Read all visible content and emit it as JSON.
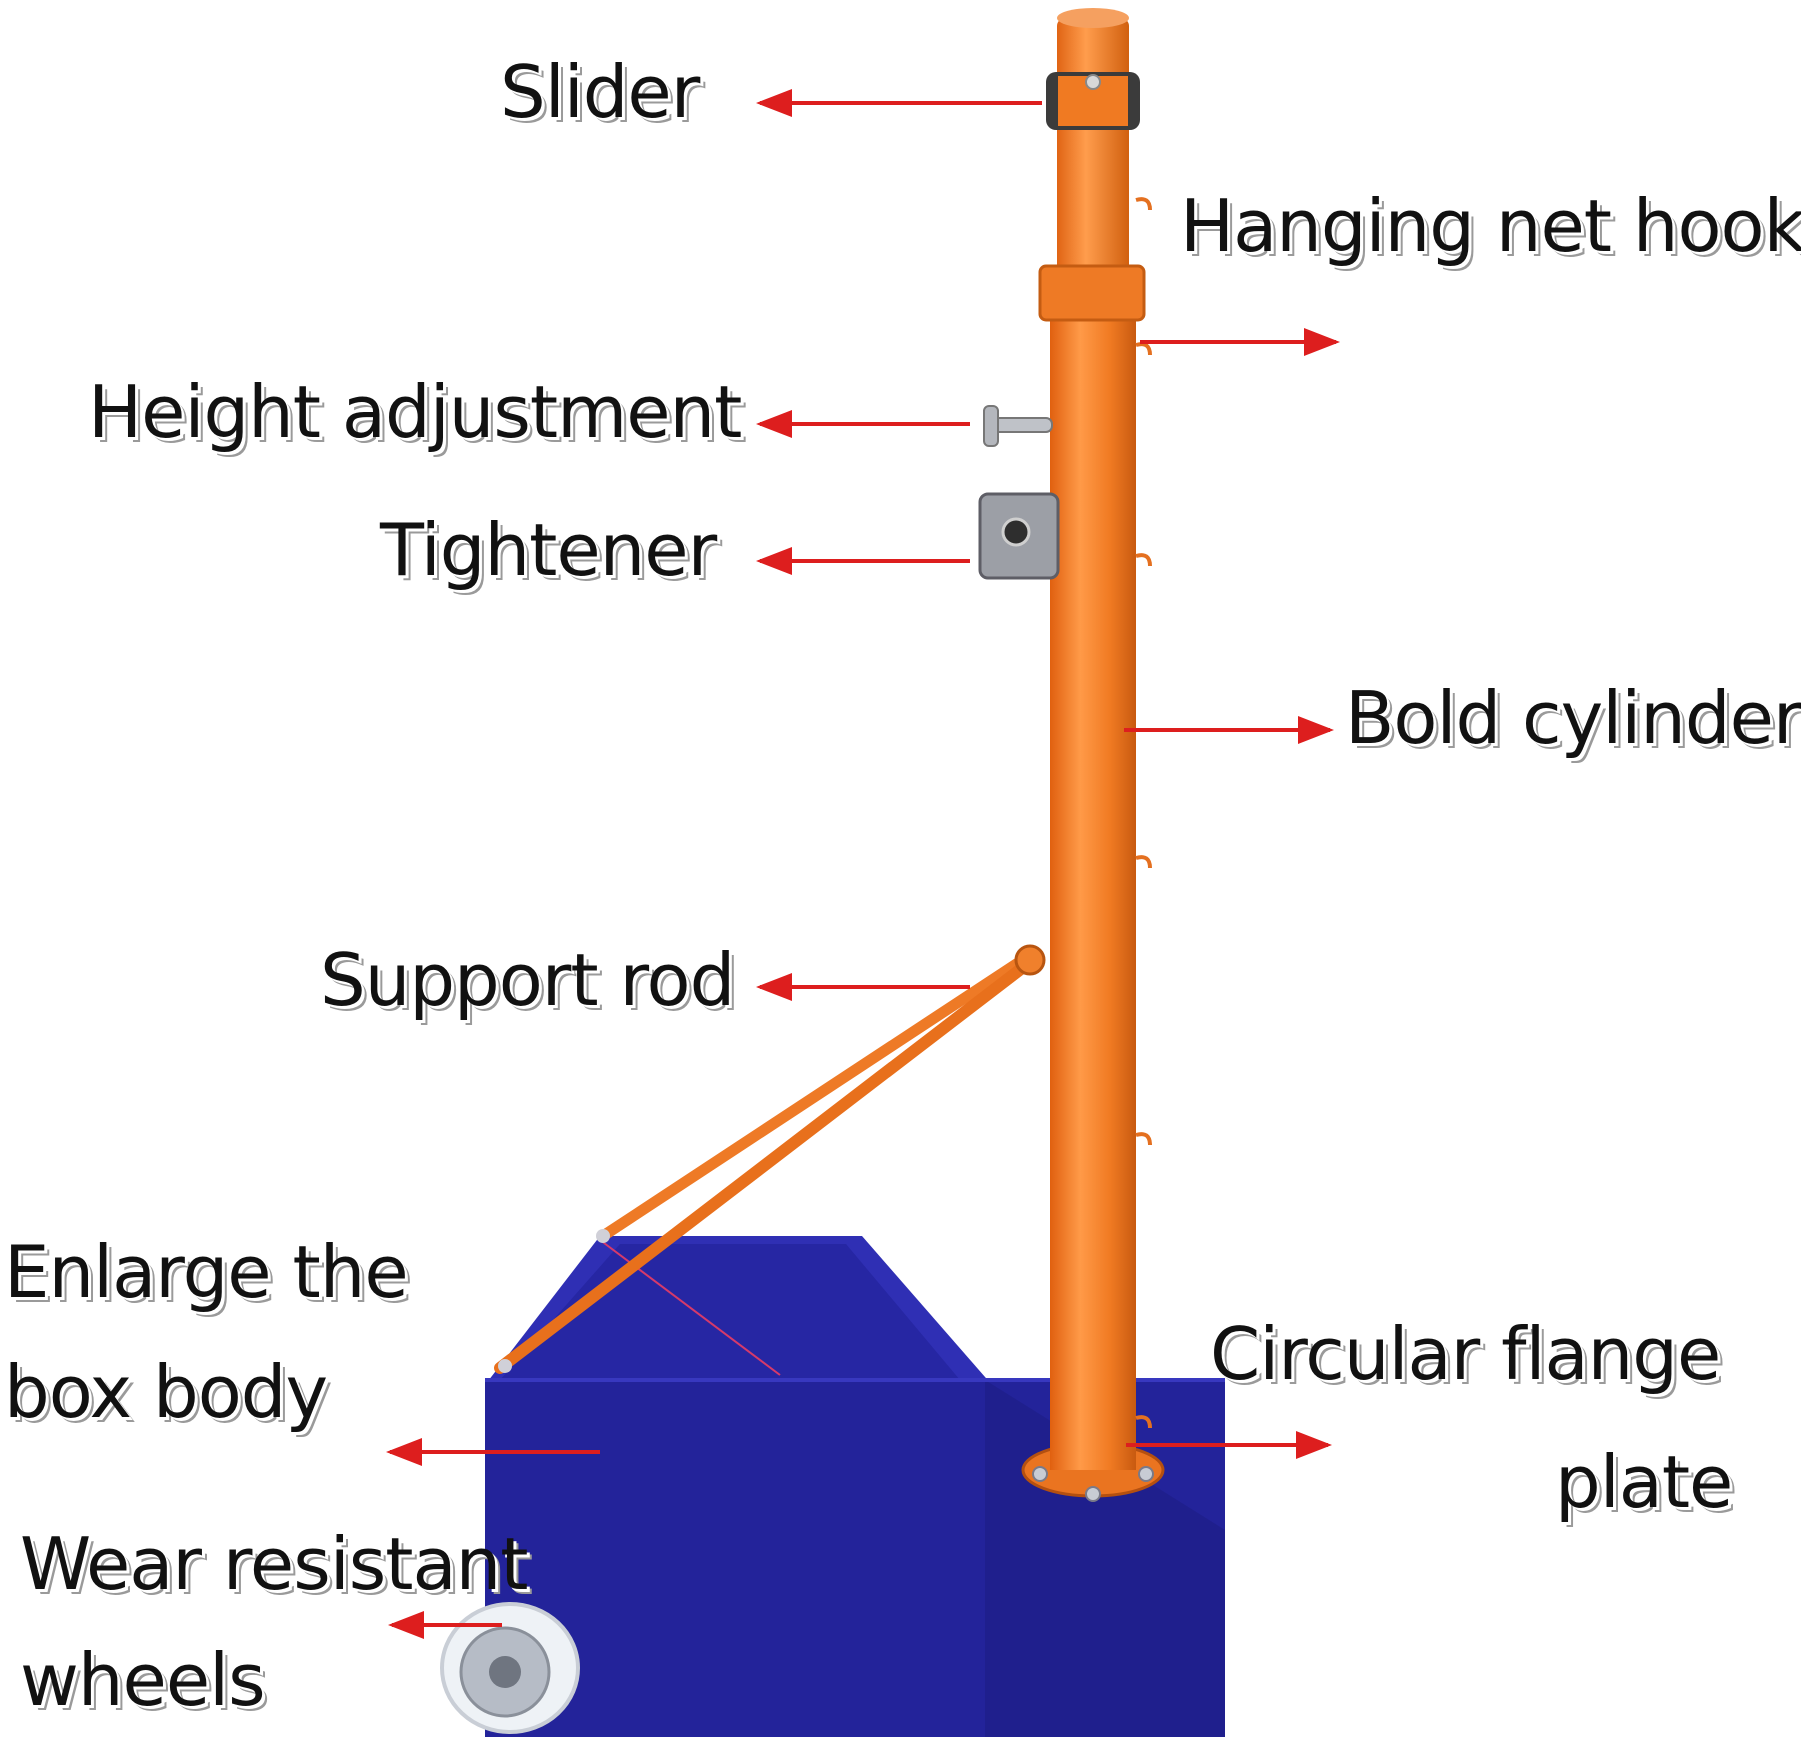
{
  "colors": {
    "pole": "#f07a22",
    "pole_shade": "#c85a10",
    "base": "#2a2a9c",
    "base_top": "#2323a8",
    "arrow": "#dd1e1e",
    "wheel": "#e9eef3",
    "label_text": "#111111"
  },
  "labels": {
    "slider": "Slider",
    "hanging_net_hook": "Hanging net hook",
    "height_adjustment": "Height adjustment",
    "tightener": "Tightener",
    "bold_cylinder": "Bold cylinder",
    "support_rod": "Support rod",
    "enlarge_box_line1": "Enlarge the",
    "enlarge_box_line2": "box body",
    "circular_flange_line1": "Circular flange",
    "circular_flange_line2": "plate",
    "wear_wheels_line1": "Wear resistant",
    "wear_wheels_line2": "wheels"
  }
}
